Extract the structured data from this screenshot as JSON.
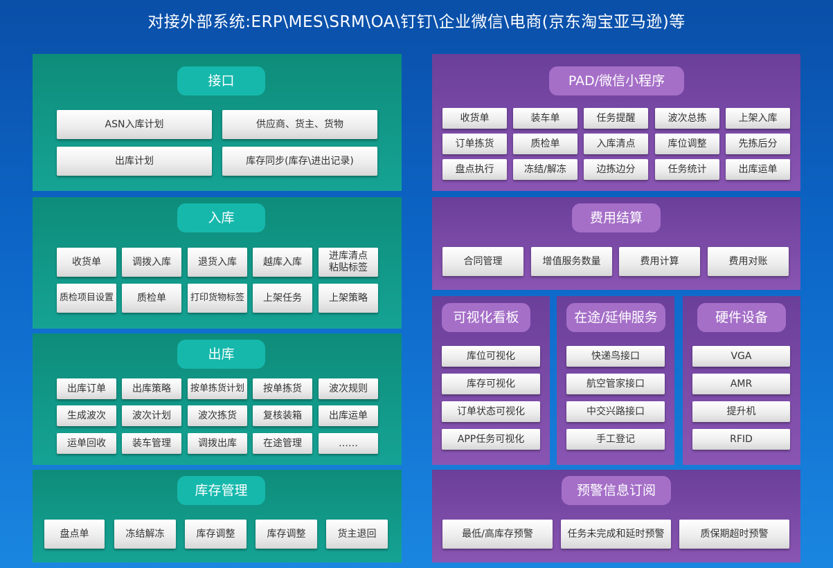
{
  "title": "对接外部系统:ERP\\MES\\SRM\\OA\\钉钉\\企业微信\\电商(京东淘宝亚马逊)等",
  "colors": {
    "green_panel": "#0e8c7a",
    "purple_panel": "#6a3f9a",
    "green_pill": "#16b8ac",
    "purple_pill": "#a56fc8"
  },
  "interface": {
    "label": "接口",
    "items": [
      "ASN入库计划",
      "供应商、货主、货物",
      "出库计划",
      "库存同步(库存\\进出记录)"
    ]
  },
  "inbound": {
    "label": "入库",
    "items": [
      "收货单",
      "调拨入库",
      "退货入库",
      "越库入库",
      "进库清点\n粘贴标签",
      "质检项目设置",
      "质检单",
      "打印货物标签",
      "上架任务",
      "上架策略"
    ]
  },
  "outbound": {
    "label": "出库",
    "items": [
      "出库订单",
      "出库策略",
      "按单拣货计划",
      "按单拣货",
      "波次规则",
      "生成波次",
      "波次计划",
      "波次拣货",
      "复核装箱",
      "出库运单",
      "运单回收",
      "装车管理",
      "调拨出库",
      "在途管理",
      "……"
    ]
  },
  "inventory": {
    "label": "库存管理",
    "items": [
      "盘点单",
      "冻结解冻",
      "库存调整",
      "库存调整",
      "货主退回"
    ]
  },
  "pad": {
    "label": "PAD/微信小程序",
    "items": [
      "收货单",
      "装车单",
      "任务提醒",
      "波次总拣",
      "上架入库",
      "订单拣货",
      "质检单",
      "入库清点",
      "库位调整",
      "先拣后分",
      "盘点执行",
      "冻结/解冻",
      "边拣边分",
      "任务统计",
      "出库运单"
    ]
  },
  "billing": {
    "label": "费用结算",
    "items": [
      "合同管理",
      "增值服务数量",
      "费用计算",
      "费用对账"
    ]
  },
  "dashboard": {
    "label": "可视化看板",
    "items": [
      "库位可视化",
      "库存可视化",
      "订单状态可视化",
      "APP任务可视化"
    ]
  },
  "transit": {
    "label": "在途/延伸服务",
    "items": [
      "快递鸟接口",
      "航空管家接口",
      "中交兴路接口",
      "手工登记"
    ]
  },
  "hardware": {
    "label": "硬件设备",
    "items": [
      "VGA",
      "AMR",
      "提升机",
      "RFID"
    ]
  },
  "alerts": {
    "label": "预警信息订阅",
    "items": [
      "最低/高库存预警",
      "任务未完成和延时预警",
      "质保期超时预警"
    ]
  }
}
